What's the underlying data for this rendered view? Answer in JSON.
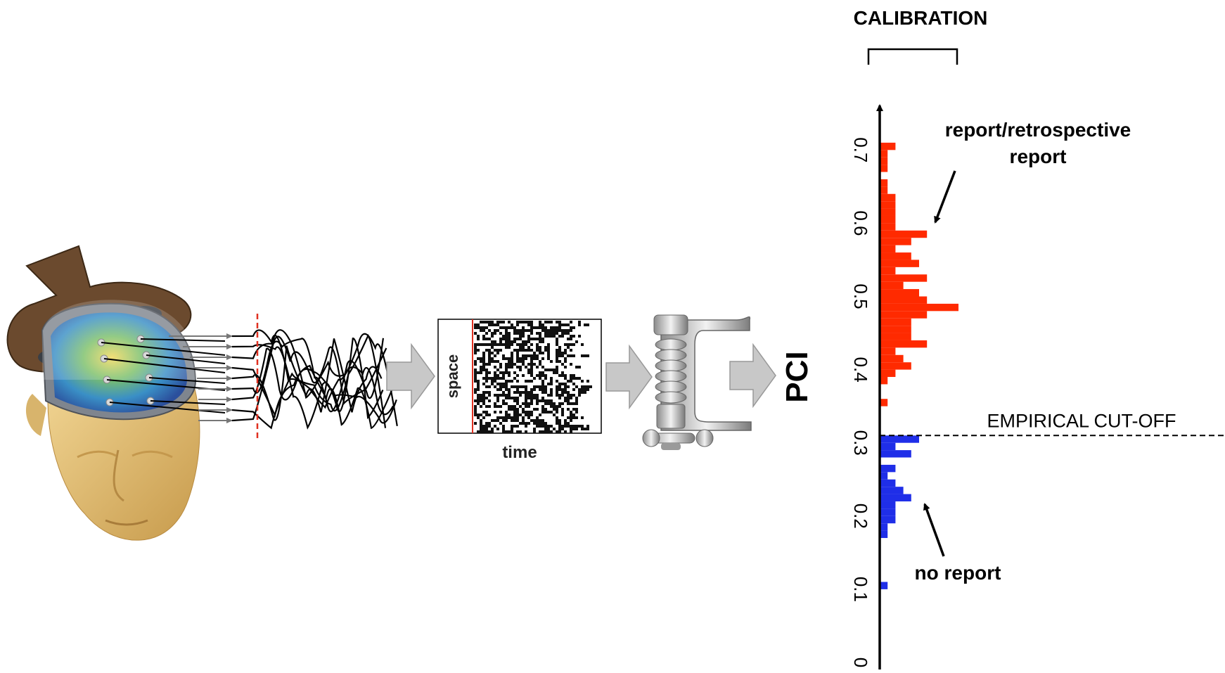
{
  "pipeline": {
    "matrix_ylabel": "space",
    "matrix_xlabel": "time",
    "output_label": "PCI"
  },
  "calibration": {
    "title": "CALIBRATION",
    "cutoff_label": "EMPIRICAL CUT-OFF",
    "report_label_line1": "report/retrospective",
    "report_label_line2": "report",
    "no_report_label": "no report",
    "cutoff_value": 0.31,
    "axis_ticks": [
      "0",
      "0.1",
      "0.2",
      "0.3",
      "0.4",
      "0.5",
      "0.6",
      "0.7"
    ]
  },
  "chart_data": {
    "type": "bar",
    "orientation": "horizontal",
    "ylim": [
      0,
      0.76
    ],
    "series": [
      {
        "name": "report/retrospective report",
        "color": "#ff2a00",
        "bins": [
          [
            0.35,
            0.36,
            1
          ],
          [
            0.38,
            0.39,
            1
          ],
          [
            0.39,
            0.4,
            2
          ],
          [
            0.4,
            0.41,
            4
          ],
          [
            0.41,
            0.42,
            3
          ],
          [
            0.42,
            0.43,
            2
          ],
          [
            0.43,
            0.44,
            6
          ],
          [
            0.44,
            0.45,
            4
          ],
          [
            0.45,
            0.46,
            4
          ],
          [
            0.46,
            0.47,
            4
          ],
          [
            0.47,
            0.48,
            6
          ],
          [
            0.48,
            0.49,
            10
          ],
          [
            0.49,
            0.5,
            6
          ],
          [
            0.5,
            0.51,
            5
          ],
          [
            0.51,
            0.52,
            3
          ],
          [
            0.52,
            0.53,
            6
          ],
          [
            0.53,
            0.54,
            2
          ],
          [
            0.54,
            0.55,
            5
          ],
          [
            0.55,
            0.56,
            4
          ],
          [
            0.56,
            0.57,
            2
          ],
          [
            0.57,
            0.58,
            4
          ],
          [
            0.58,
            0.59,
            6
          ],
          [
            0.59,
            0.6,
            2
          ],
          [
            0.6,
            0.61,
            2
          ],
          [
            0.61,
            0.62,
            2
          ],
          [
            0.62,
            0.63,
            2
          ],
          [
            0.63,
            0.64,
            2
          ],
          [
            0.64,
            0.65,
            1
          ],
          [
            0.65,
            0.66,
            1
          ],
          [
            0.67,
            0.68,
            1
          ],
          [
            0.68,
            0.69,
            1
          ],
          [
            0.69,
            0.7,
            1
          ],
          [
            0.7,
            0.71,
            2
          ]
        ]
      },
      {
        "name": "no report",
        "color": "#1f2ee8",
        "bins": [
          [
            0.1,
            0.11,
            1
          ],
          [
            0.17,
            0.18,
            1
          ],
          [
            0.18,
            0.19,
            1
          ],
          [
            0.19,
            0.2,
            2
          ],
          [
            0.2,
            0.21,
            2
          ],
          [
            0.21,
            0.22,
            2
          ],
          [
            0.22,
            0.23,
            4
          ],
          [
            0.23,
            0.24,
            3
          ],
          [
            0.24,
            0.25,
            2
          ],
          [
            0.25,
            0.26,
            1
          ],
          [
            0.26,
            0.27,
            2
          ],
          [
            0.28,
            0.29,
            4
          ],
          [
            0.29,
            0.3,
            2
          ],
          [
            0.3,
            0.31,
            5
          ]
        ]
      }
    ]
  },
  "colors": {
    "report_red": "#ff2a00",
    "no_report_blue": "#1f2ee8",
    "arrow_gray": "#c8c8c8",
    "cutoff_line": "#e03020",
    "skin": "#e2c07a",
    "cap_brown": "#6b4a2e"
  }
}
